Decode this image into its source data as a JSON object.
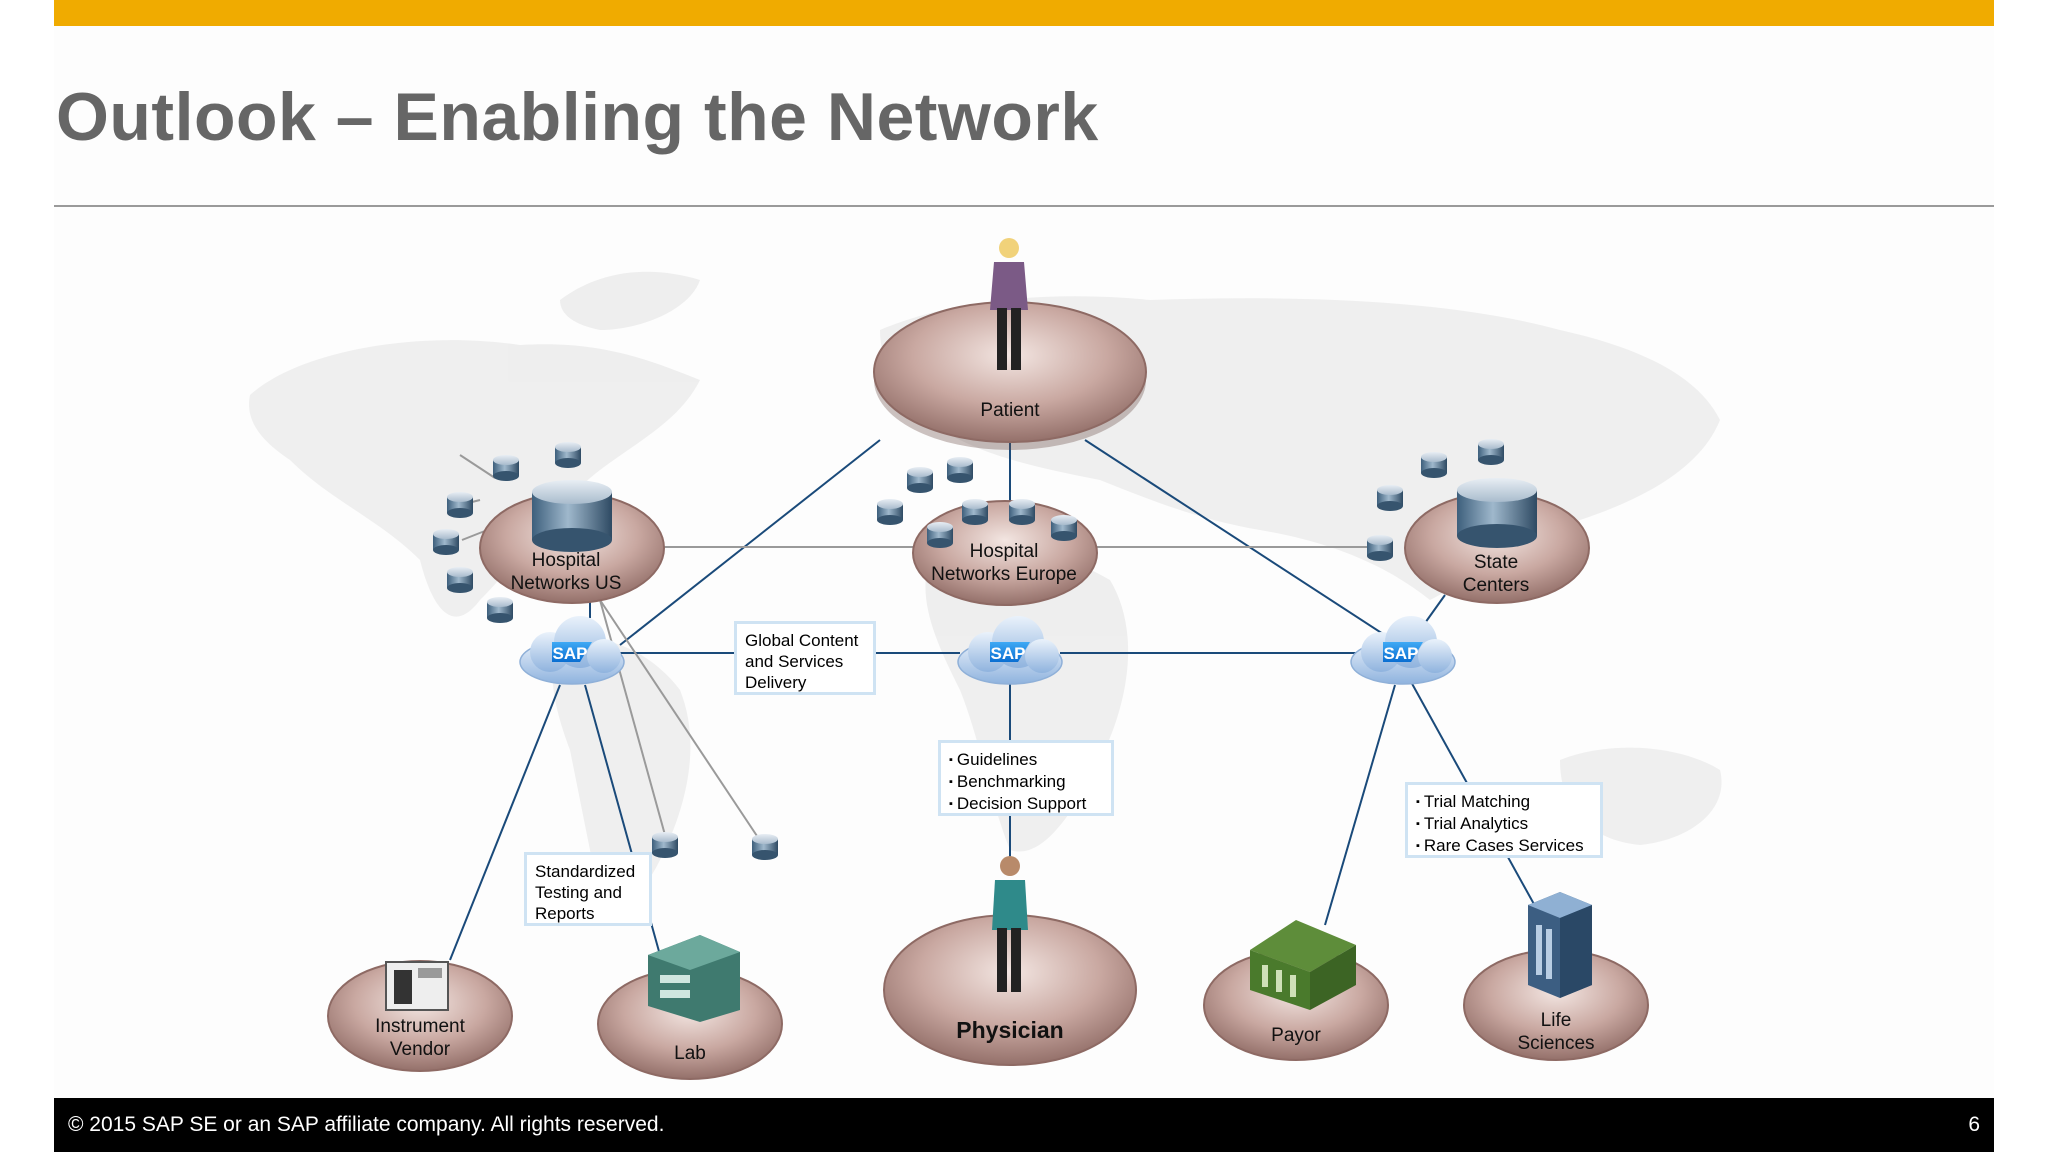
{
  "slide": {
    "title": "Outlook – Enabling the Network",
    "footer": "© 2015 SAP SE or an SAP affiliate company. All rights reserved.",
    "page_number": "6"
  },
  "colors": {
    "accent_bar": "#f0ab00",
    "node_disk": "#c9a8a1",
    "connector": "#1a4a7a",
    "cloud": "#a9c7ea"
  },
  "nodes": {
    "patient": "Patient",
    "hospital_us_1": "Hospital",
    "hospital_us_2": "Networks US",
    "hospital_eu_1": "Hospital",
    "hospital_eu_2": "Networks Europe",
    "state_1": "State",
    "state_2": "Centers",
    "instrument_1": "Instrument",
    "instrument_2": "Vendor",
    "lab": "Lab",
    "physician": "Physician",
    "payor": "Payor",
    "life_1": "Life",
    "life_2": "Sciences"
  },
  "cloud_label": "SAP",
  "callouts": {
    "global_content": [
      "Global Content",
      "and Services",
      "Delivery"
    ],
    "physician_services": [
      "Guidelines",
      "Benchmarking",
      "Decision Support"
    ],
    "trials": [
      "Trial Matching",
      "Trial Analytics",
      "Rare Cases Services"
    ],
    "lab_services": [
      "Standardized",
      "Testing and",
      "Reports"
    ]
  }
}
